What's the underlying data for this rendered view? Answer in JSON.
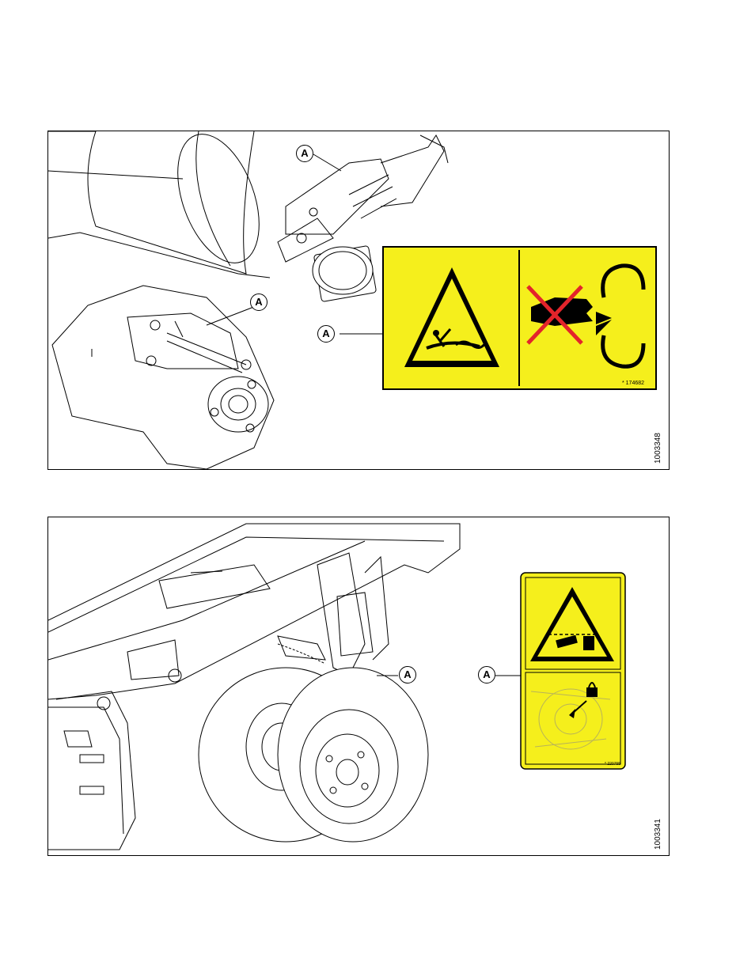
{
  "figures": [
    {
      "figure_number": "1003348",
      "callouts": [
        "A",
        "A",
        "A"
      ],
      "decal_part_number": "* 174682",
      "decal_colors": {
        "background": "#f5ef1c",
        "warning": "#000000",
        "prohibition": "#e3242b"
      },
      "icons": [
        "entanglement-warning-icon",
        "no-hand-icon",
        "rotating-auger-icon"
      ]
    },
    {
      "figure_number": "1003341",
      "callouts": [
        "A",
        "A"
      ],
      "decal_part_number": "* 220755",
      "decal_colors": {
        "background": "#f5ef1c",
        "warning": "#000000"
      },
      "icons": [
        "crushing-warning-icon",
        "lock-pin-icon"
      ]
    }
  ]
}
